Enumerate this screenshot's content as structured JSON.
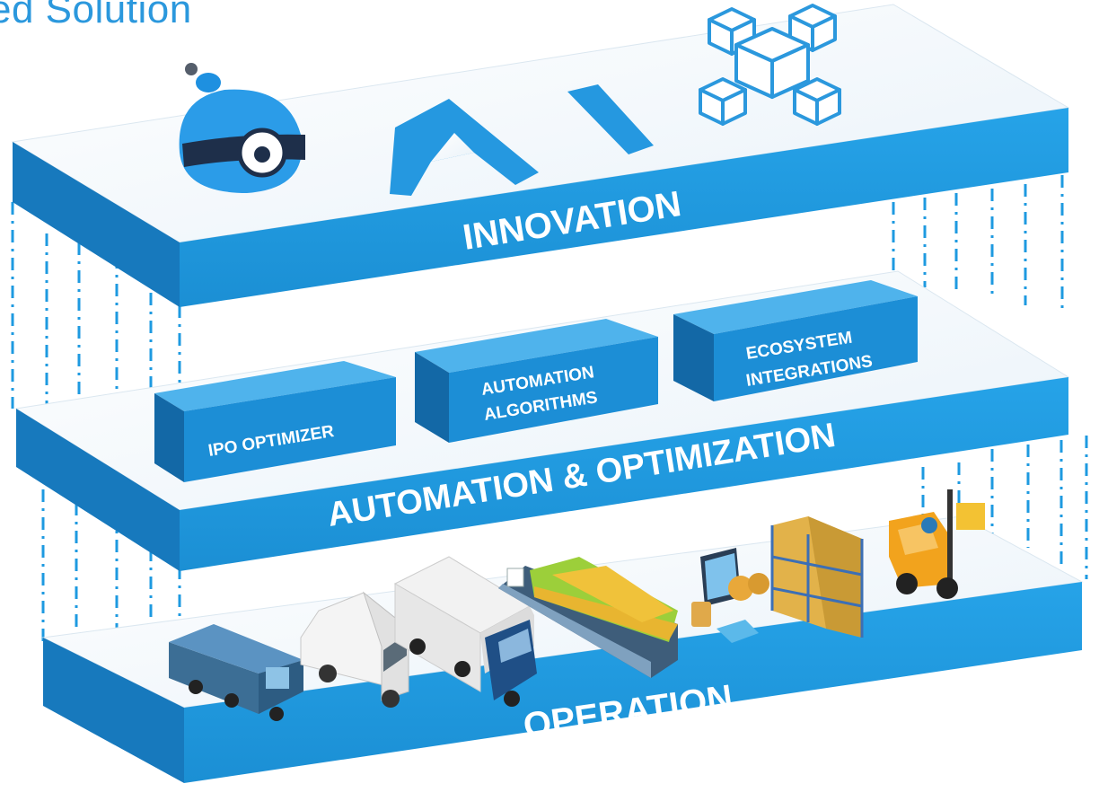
{
  "header": {
    "title": "ed Solution"
  },
  "layers": {
    "innovation": {
      "label": "INNOVATION",
      "logo_text": "AI"
    },
    "automation": {
      "label": "AUTOMATION & OPTIMIZATION",
      "modules": [
        {
          "line1": "IPO OPTIMIZER",
          "line2": ""
        },
        {
          "line1": "AUTOMATION",
          "line2": "ALGORITHMS"
        },
        {
          "line1": "ECOSYSTEM",
          "line2": "INTEGRATIONS"
        }
      ]
    },
    "operation": {
      "label": "OPERATION",
      "assets": [
        "locomotive-icon",
        "van-icon",
        "truck-icon",
        "container-ship-icon",
        "payment-terminal-icon",
        "warehouse-racks-icon",
        "forklift-icon"
      ]
    }
  },
  "colors": {
    "primary": "#1e9ae0",
    "primary_dark": "#1479b8",
    "top_face": "#f5f9fc",
    "title": "#2b98dd",
    "dashed": "#1e9ae0"
  }
}
